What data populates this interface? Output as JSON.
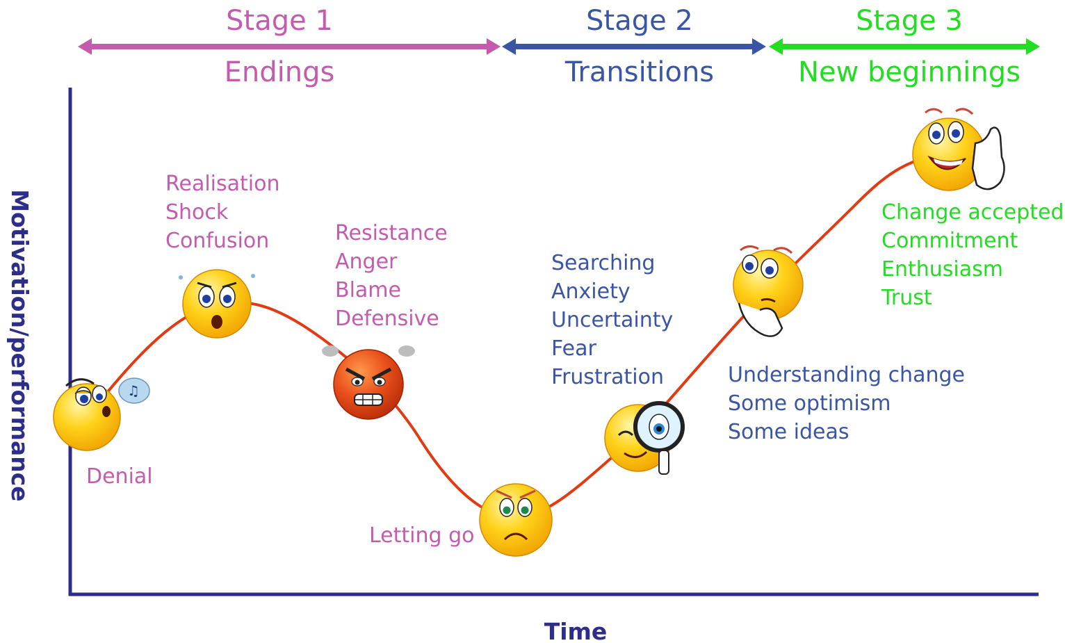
{
  "colors": {
    "stage1": "#c45cae",
    "stage2": "#3a55a4",
    "stage3": "#22dd22",
    "axis": "#2e2e8a",
    "curve": "#e23a12",
    "face": "#ffd21a",
    "angry_face": "#e9501c"
  },
  "stages": [
    {
      "title": "Stage 1",
      "subtitle": "Endings"
    },
    {
      "title": "Stage 2",
      "subtitle": "Transitions"
    },
    {
      "title": "Stage 3",
      "subtitle": "New beginnings"
    }
  ],
  "axes": {
    "y_label": "Motivation/performance",
    "x_label": "Time"
  },
  "phases": [
    {
      "id": "denial",
      "lines": [
        "Denial"
      ],
      "face": "sleepy"
    },
    {
      "id": "shock",
      "lines": [
        "Realisation",
        "Shock",
        "Confusion"
      ],
      "face": "shocked"
    },
    {
      "id": "resistance",
      "lines": [
        "Resistance",
        "Anger",
        "Blame",
        "Defensive"
      ],
      "face": "angry"
    },
    {
      "id": "letting-go",
      "lines": [
        "Letting go"
      ],
      "face": "sad"
    },
    {
      "id": "searching",
      "lines": [
        "Searching",
        "Anxiety",
        "Uncertainty",
        "Fear",
        "Frustration"
      ],
      "face": "magnifier"
    },
    {
      "id": "understanding",
      "lines": [
        "Understanding change",
        "Some optimism",
        "Some ideas"
      ],
      "face": "thinking"
    },
    {
      "id": "acceptance",
      "lines": [
        "Change accepted",
        "Commitment",
        "Enthusiasm",
        "Trust"
      ],
      "face": "thumbs-up"
    }
  ]
}
